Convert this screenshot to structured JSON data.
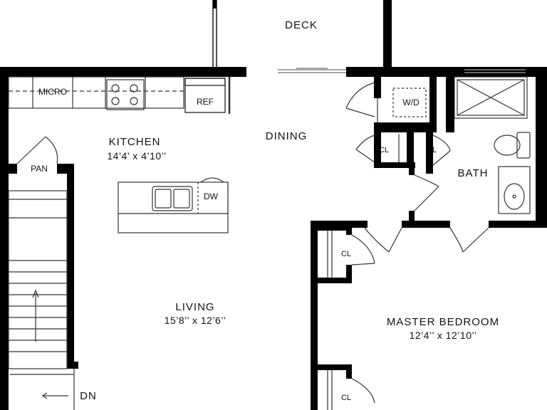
{
  "rooms": {
    "deck": {
      "name": "DECK"
    },
    "kitchen": {
      "name": "KITCHEN",
      "dimensions": "14’4’ x 4’10’’"
    },
    "dining": {
      "name": "DINING"
    },
    "living": {
      "name": "LIVING",
      "dimensions": "15’8’’ x 12’6’’"
    },
    "bath": {
      "name": "BATH"
    },
    "master_bedroom": {
      "name": "MASTER BEDROOM",
      "dimensions": "12’4’’ x 12’10’’"
    }
  },
  "fixtures": {
    "micro": "MICRO",
    "ref": "REF",
    "dw": "DW",
    "pan": "PAN",
    "wd": "W/D",
    "closet_hall": "CL",
    "linen": "L",
    "closet_bed_1": "CL",
    "closet_bed_2": "CL"
  },
  "stairs": {
    "down_label": "DN"
  },
  "colors": {
    "wall": "#000000",
    "fixture_line": "#333333",
    "background": "#ffffff"
  }
}
